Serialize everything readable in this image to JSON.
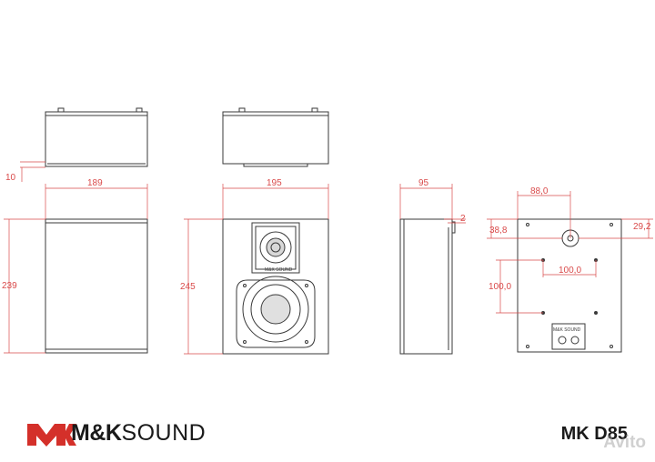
{
  "dimensions": {
    "side_top_height": "10",
    "side_width": "189",
    "side_height": "239",
    "front_width": "195",
    "front_height": "245",
    "depth": "95",
    "depth_offset": "2",
    "back_hole_spacing_x": "88,0",
    "back_top_offset": "38,8",
    "back_right_offset": "29,2",
    "back_hole_spacing_h": "100,0",
    "back_hole_spacing_v": "100,0"
  },
  "logo": {
    "mark_color": "#d4302a",
    "brand_bold": "M&K",
    "brand_word": "SOUND"
  },
  "model": "MK D85",
  "watermark": "Avito",
  "colors": {
    "outline": "#3a3a3a",
    "dimension": "#d94a4a"
  }
}
